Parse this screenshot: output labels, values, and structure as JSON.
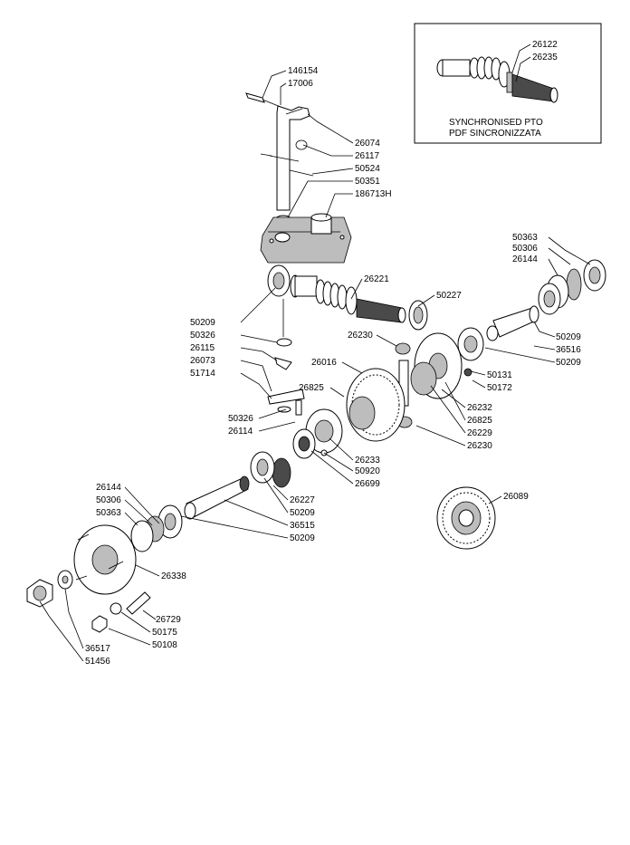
{
  "inset": {
    "caption_line1": "SYNCHRONISED  PTO",
    "caption_line2": "PDF  SINCRONIZZATA",
    "labels": [
      "26122",
      "26235"
    ]
  },
  "parts": [
    {
      "id": "p146154",
      "text": "146154"
    },
    {
      "id": "p17006",
      "text": "17006"
    },
    {
      "id": "p26074",
      "text": "26074"
    },
    {
      "id": "p26117",
      "text": "26117"
    },
    {
      "id": "p50524",
      "text": "50524"
    },
    {
      "id": "p50351",
      "text": "50351"
    },
    {
      "id": "p186713H",
      "text": "186713H"
    },
    {
      "id": "p26221",
      "text": "26221"
    },
    {
      "id": "p50227",
      "text": "50227"
    },
    {
      "id": "p50363r",
      "text": "50363"
    },
    {
      "id": "p50306r",
      "text": "50306"
    },
    {
      "id": "p26144r",
      "text": "26144"
    },
    {
      "id": "p50209a",
      "text": "50209"
    },
    {
      "id": "p50326a",
      "text": "50326"
    },
    {
      "id": "p26115",
      "text": "26115"
    },
    {
      "id": "p26073",
      "text": "26073"
    },
    {
      "id": "p51714",
      "text": "51714"
    },
    {
      "id": "p26230a",
      "text": "26230"
    },
    {
      "id": "p26016",
      "text": "26016"
    },
    {
      "id": "p26825a",
      "text": "26825"
    },
    {
      "id": "p50326b",
      "text": "50326"
    },
    {
      "id": "p26114",
      "text": "26114"
    },
    {
      "id": "p50209b",
      "text": "50209"
    },
    {
      "id": "p36516",
      "text": "36516"
    },
    {
      "id": "p50209c",
      "text": "50209"
    },
    {
      "id": "p50131",
      "text": "50131"
    },
    {
      "id": "p50172",
      "text": "50172"
    },
    {
      "id": "p26232",
      "text": "26232"
    },
    {
      "id": "p26825b",
      "text": "26825"
    },
    {
      "id": "p26229",
      "text": "26229"
    },
    {
      "id": "p26230b",
      "text": "26230"
    },
    {
      "id": "p26233",
      "text": "26233"
    },
    {
      "id": "p50920",
      "text": "50920"
    },
    {
      "id": "p26699",
      "text": "26699"
    },
    {
      "id": "p26227",
      "text": "26227"
    },
    {
      "id": "p50209d",
      "text": "50209"
    },
    {
      "id": "p36515",
      "text": "36515"
    },
    {
      "id": "p50209e",
      "text": "50209"
    },
    {
      "id": "p26144l",
      "text": "26144"
    },
    {
      "id": "p50306l",
      "text": "50306"
    },
    {
      "id": "p50363l",
      "text": "50363"
    },
    {
      "id": "p26089",
      "text": "26089"
    },
    {
      "id": "p26338",
      "text": "26338"
    },
    {
      "id": "p26729",
      "text": "26729"
    },
    {
      "id": "p50175",
      "text": "50175"
    },
    {
      "id": "p50108",
      "text": "50108"
    },
    {
      "id": "p36517",
      "text": "36517"
    },
    {
      "id": "p51456",
      "text": "51456"
    }
  ]
}
